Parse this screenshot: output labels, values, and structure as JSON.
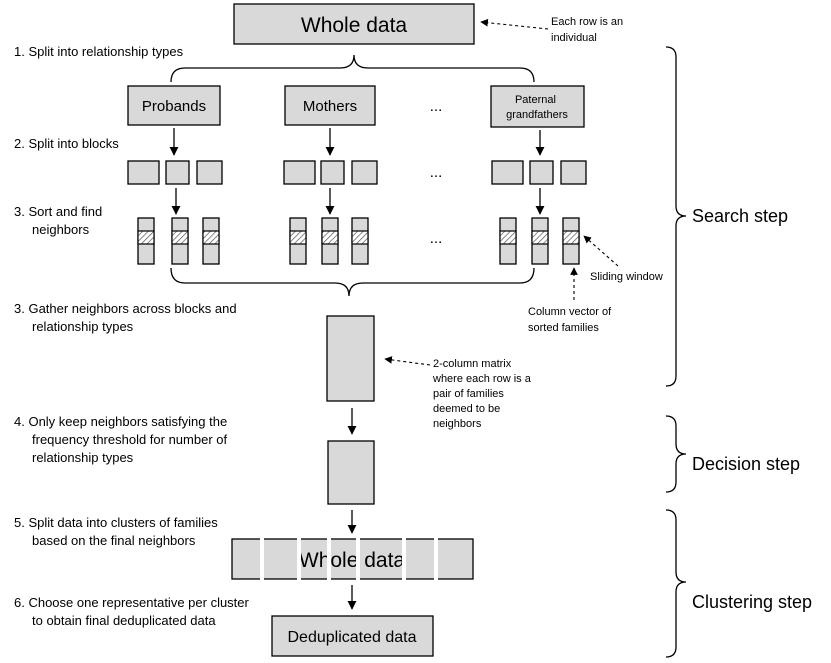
{
  "top_box": "Whole data",
  "top_note": [
    "Each row is an",
    "individual"
  ],
  "steps": {
    "s1": "1. Split into relationship types",
    "s2": "2. Split into blocks",
    "s3a": [
      "3. Sort and find",
      "neighbors"
    ],
    "s3b": [
      "3. Gather neighbors across blocks and",
      "relationship types"
    ],
    "s4": [
      "4. Only keep neighbors satisfying the",
      "frequency threshold for number of",
      "relationship types"
    ],
    "s5": [
      "5. Split data into clusters of families",
      "based on the final neighbors"
    ],
    "s6": [
      "6. Choose one representative per cluster",
      "to obtain final deduplicated data"
    ]
  },
  "relationship_types": {
    "probands": "Probands",
    "mothers": "Mothers",
    "paternal": [
      "Paternal",
      "grandfathers"
    ],
    "ellipsis": "..."
  },
  "annotations": {
    "sliding_window": "Sliding window",
    "column_vector": [
      "Column vector of",
      "sorted families"
    ],
    "matrix": [
      "2-column matrix",
      "where each row is a",
      "pair of families",
      "deemed to be",
      "neighbors"
    ]
  },
  "split_box": "Whole data",
  "final_box": "Deduplicated data",
  "phases": {
    "search": "Search step",
    "decision": "Decision step",
    "clustering": "Clustering step"
  }
}
